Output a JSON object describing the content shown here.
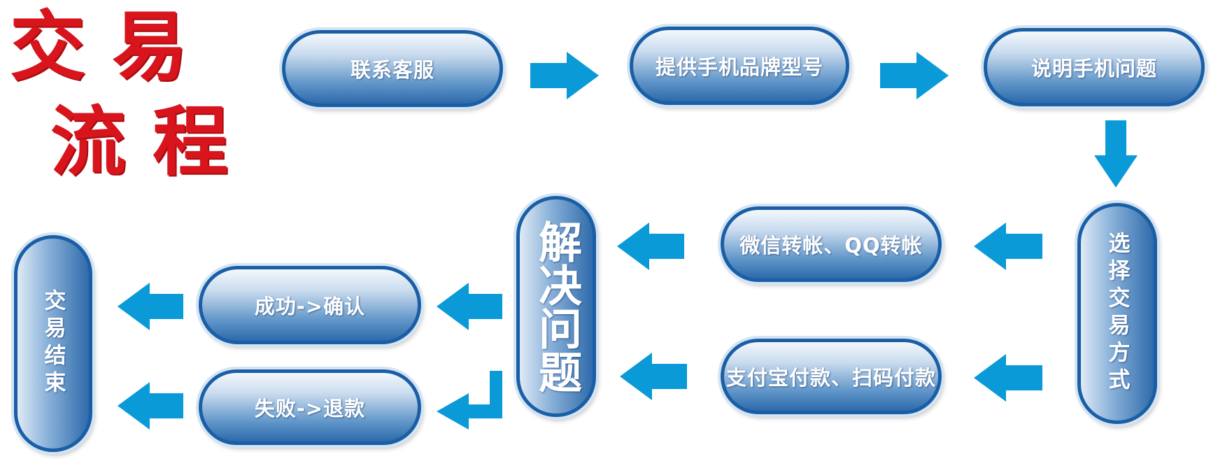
{
  "title": {
    "line1": "交易",
    "line2": "流程"
  },
  "nodes": {
    "contact": "联系客服",
    "brand": "提供手机品牌型号",
    "explain": "说明手机问题",
    "choose": "选择交易方式",
    "wechat_qq": "微信转帐、QQ转帐",
    "alipay_scan": "支付宝付款、扫码付款",
    "solve": "解决问题",
    "success": "成功->确认",
    "fail": "失败->退款",
    "end": "交易结束"
  },
  "colors": {
    "arrow": "#0a9ad8",
    "title": "#d8141c",
    "pill_border": "#1a5fa6"
  }
}
